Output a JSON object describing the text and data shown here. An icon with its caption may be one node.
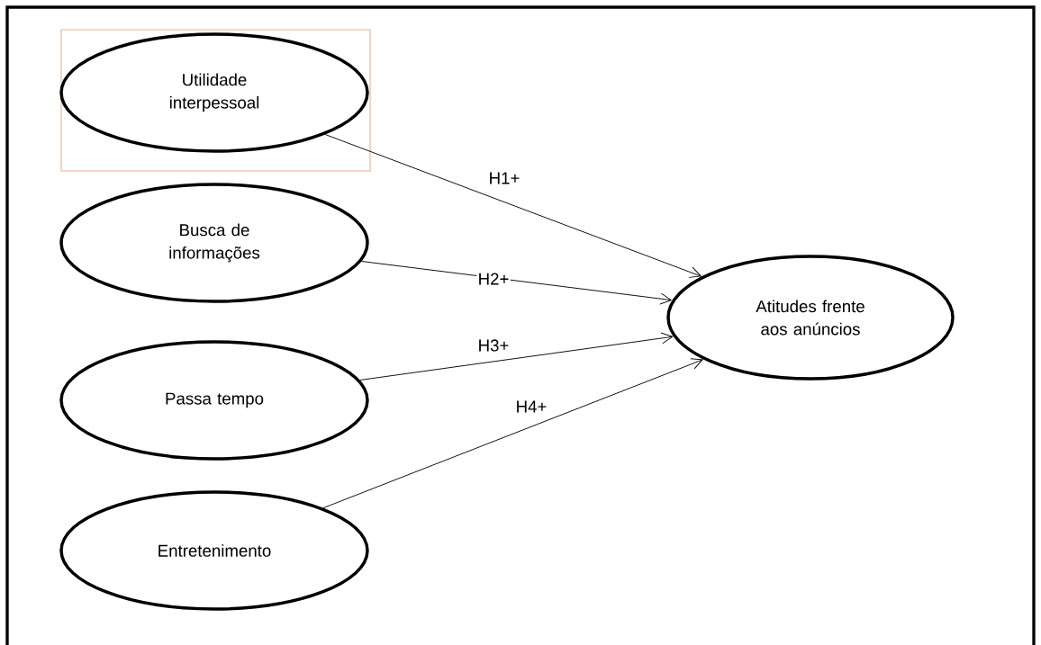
{
  "diagram": {
    "nodes": [
      {
        "text": [
          "Utilidade interpessoal"
        ]
      },
      {
        "text": [
          "Busca de informações"
        ]
      },
      {
        "text": [
          "Passa tempo"
        ]
      },
      {
        "text": [
          "Entretenimento"
        ]
      },
      {
        "text": [
          "Atitudes frente aos anúncios"
        ]
      }
    ],
    "edges": [
      {
        "from": 0,
        "to": 4,
        "arrow": "to",
        "label": "H1+"
      },
      {
        "from": 1,
        "to": 4,
        "arrow": "to",
        "label": "H2+"
      },
      {
        "from": 2,
        "to": 4,
        "arrow": "to",
        "label": "H3+"
      },
      {
        "from": 3,
        "to": 4,
        "arrow": "to",
        "label": "H4+"
      }
    ]
  }
}
